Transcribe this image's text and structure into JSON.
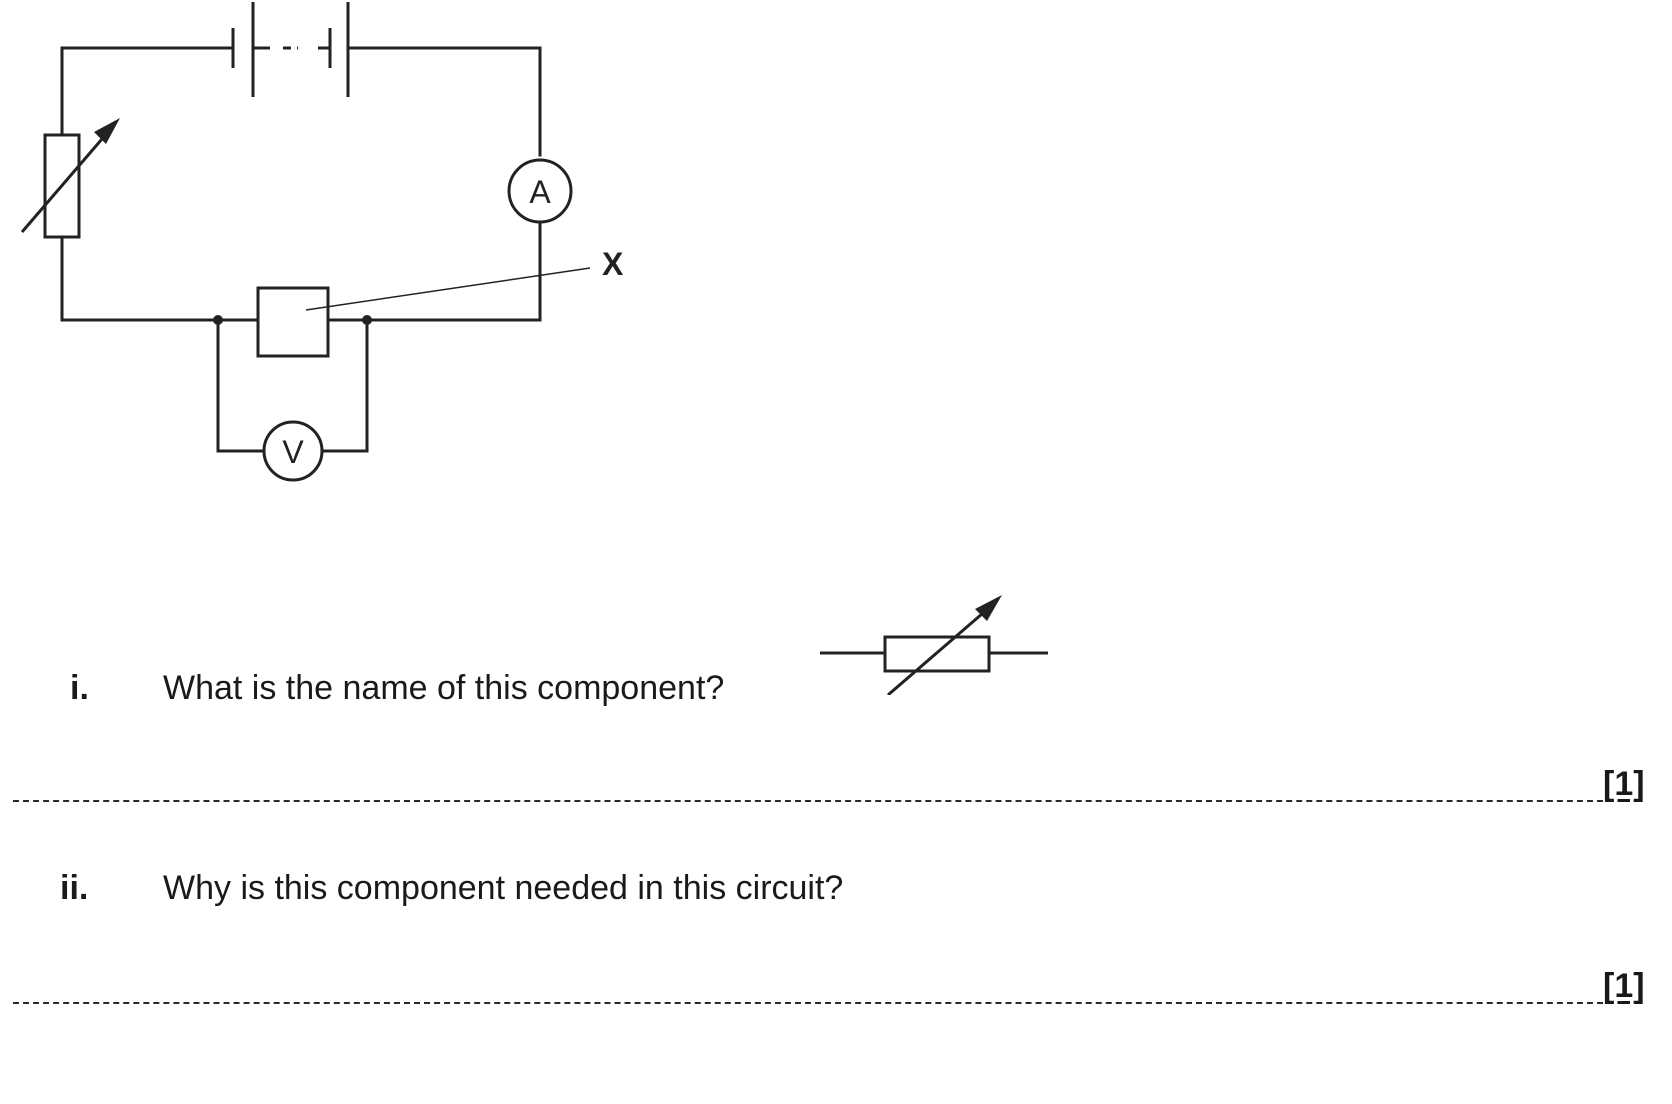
{
  "diagram": {
    "ammeter_label": "A",
    "voltmeter_label": "V",
    "pointer_label": "X"
  },
  "questions": [
    {
      "number": "i.",
      "text": "What is the name of this component?",
      "marks": "[1]"
    },
    {
      "number": "ii.",
      "text": "Why is this component needed in this circuit?",
      "marks": "[1]"
    }
  ]
}
